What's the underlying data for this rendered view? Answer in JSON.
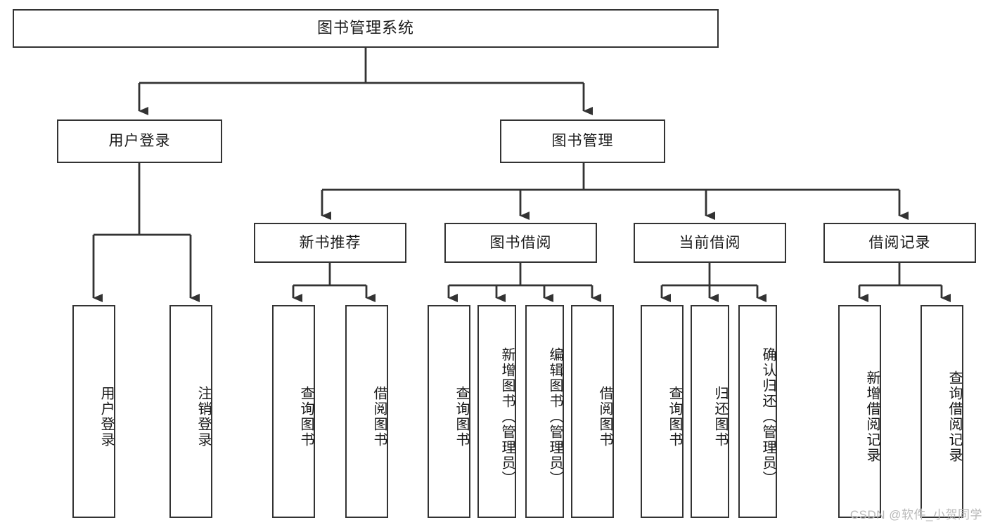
{
  "diagram": {
    "title": "图书管理系统",
    "watermark": "CSDN @软件_小贺同学",
    "colors": {
      "box_border": "#333333",
      "box_fill": "#ffffff",
      "connector": "#333333",
      "text": "#1a1a1a",
      "watermark": "#b9b9b9",
      "background": "#ffffff"
    },
    "levels": {
      "root": "图书管理系统",
      "level2": [
        "用户登录",
        "图书管理"
      ],
      "level3": [
        "新书推荐",
        "图书借阅",
        "当前借阅",
        "借阅记录"
      ]
    },
    "nodes": {
      "root": {
        "label": "图书管理系统"
      },
      "user_login": {
        "label": "用户登录"
      },
      "book_manage": {
        "label": "图书管理"
      },
      "new_book_rec": {
        "label": "新书推荐"
      },
      "book_borrow": {
        "label": "图书借阅"
      },
      "current_borrow": {
        "label": "当前借阅"
      },
      "borrow_record": {
        "label": "借阅记录"
      },
      "leaf_user_login": {
        "label": "用户登录"
      },
      "leaf_logout": {
        "label": "注销登录"
      },
      "leaf_query_book_1": {
        "label": "查询图书"
      },
      "leaf_borrow_book_1": {
        "label": "借阅图书"
      },
      "leaf_query_book_2": {
        "label": "查询图书"
      },
      "leaf_add_book_admin": {
        "label": "新增图书（管理员）"
      },
      "leaf_edit_book_admin": {
        "label": "编辑图书（管理员）"
      },
      "leaf_borrow_book_2": {
        "label": "借阅图书"
      },
      "leaf_query_book_3": {
        "label": "查询图书"
      },
      "leaf_return_book": {
        "label": "归还图书"
      },
      "leaf_confirm_return_admin": {
        "label": "确认归还（管理员）"
      },
      "leaf_add_record": {
        "label": "新增借阅记录"
      },
      "leaf_query_record": {
        "label": "查询借阅记录"
      }
    },
    "tree": [
      {
        "id": "root",
        "label": "图书管理系统",
        "children": [
          {
            "id": "user_login",
            "label": "用户登录",
            "children": [
              {
                "id": "leaf_user_login",
                "label": "用户登录"
              },
              {
                "id": "leaf_logout",
                "label": "注销登录"
              }
            ]
          },
          {
            "id": "book_manage",
            "label": "图书管理",
            "children": [
              {
                "id": "new_book_rec",
                "label": "新书推荐",
                "children": [
                  {
                    "id": "leaf_query_book_1",
                    "label": "查询图书"
                  },
                  {
                    "id": "leaf_borrow_book_1",
                    "label": "借阅图书"
                  }
                ]
              },
              {
                "id": "book_borrow",
                "label": "图书借阅",
                "children": [
                  {
                    "id": "leaf_query_book_2",
                    "label": "查询图书"
                  },
                  {
                    "id": "leaf_add_book_admin",
                    "label": "新增图书（管理员）"
                  },
                  {
                    "id": "leaf_edit_book_admin",
                    "label": "编辑图书（管理员）"
                  },
                  {
                    "id": "leaf_borrow_book_2",
                    "label": "借阅图书"
                  }
                ]
              },
              {
                "id": "current_borrow",
                "label": "当前借阅",
                "children": [
                  {
                    "id": "leaf_query_book_3",
                    "label": "查询图书"
                  },
                  {
                    "id": "leaf_return_book",
                    "label": "归还图书"
                  },
                  {
                    "id": "leaf_confirm_return_admin",
                    "label": "确认归还（管理员）"
                  }
                ]
              },
              {
                "id": "borrow_record",
                "label": "借阅记录",
                "children": [
                  {
                    "id": "leaf_add_record",
                    "label": "新增借阅记录"
                  },
                  {
                    "id": "leaf_query_record",
                    "label": "查询借阅记录"
                  }
                ]
              }
            ]
          }
        ]
      }
    ]
  }
}
